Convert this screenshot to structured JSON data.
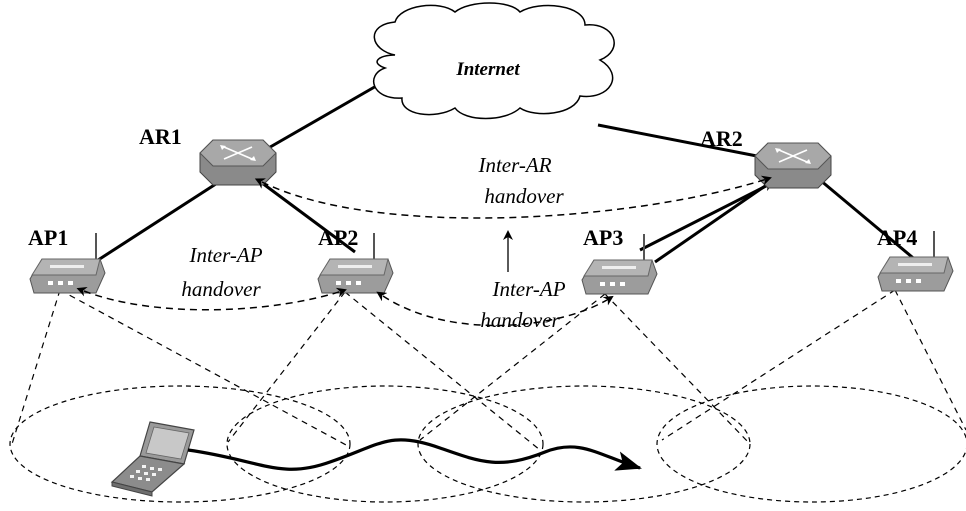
{
  "diagram": {
    "cloud_label": "Internet",
    "routers": [
      {
        "id": "ar1",
        "label": "AR1"
      },
      {
        "id": "ar2",
        "label": "AR2"
      }
    ],
    "access_points": [
      {
        "id": "ap1",
        "label": "AP1"
      },
      {
        "id": "ap2",
        "label": "AP2"
      },
      {
        "id": "ap3",
        "label": "AP3"
      },
      {
        "id": "ap4",
        "label": "AP4"
      }
    ],
    "annotations": {
      "inter_ar_line1": "Inter-AR",
      "inter_ar_line2": "handover",
      "inter_ap_left_line1": "Inter-AP",
      "inter_ap_left_line2": "handover",
      "inter_ap_mid_line1": "Inter-AP",
      "inter_ap_mid_line2": "handover"
    },
    "device_icon": "laptop-icon",
    "router_icon": "router-icon",
    "ap_icon": "wireless-access-point-icon",
    "colors": {
      "stroke": "#000000",
      "device_gray": "#9a9a9a",
      "device_dark": "#6e6e6e",
      "background": "#ffffff"
    }
  }
}
